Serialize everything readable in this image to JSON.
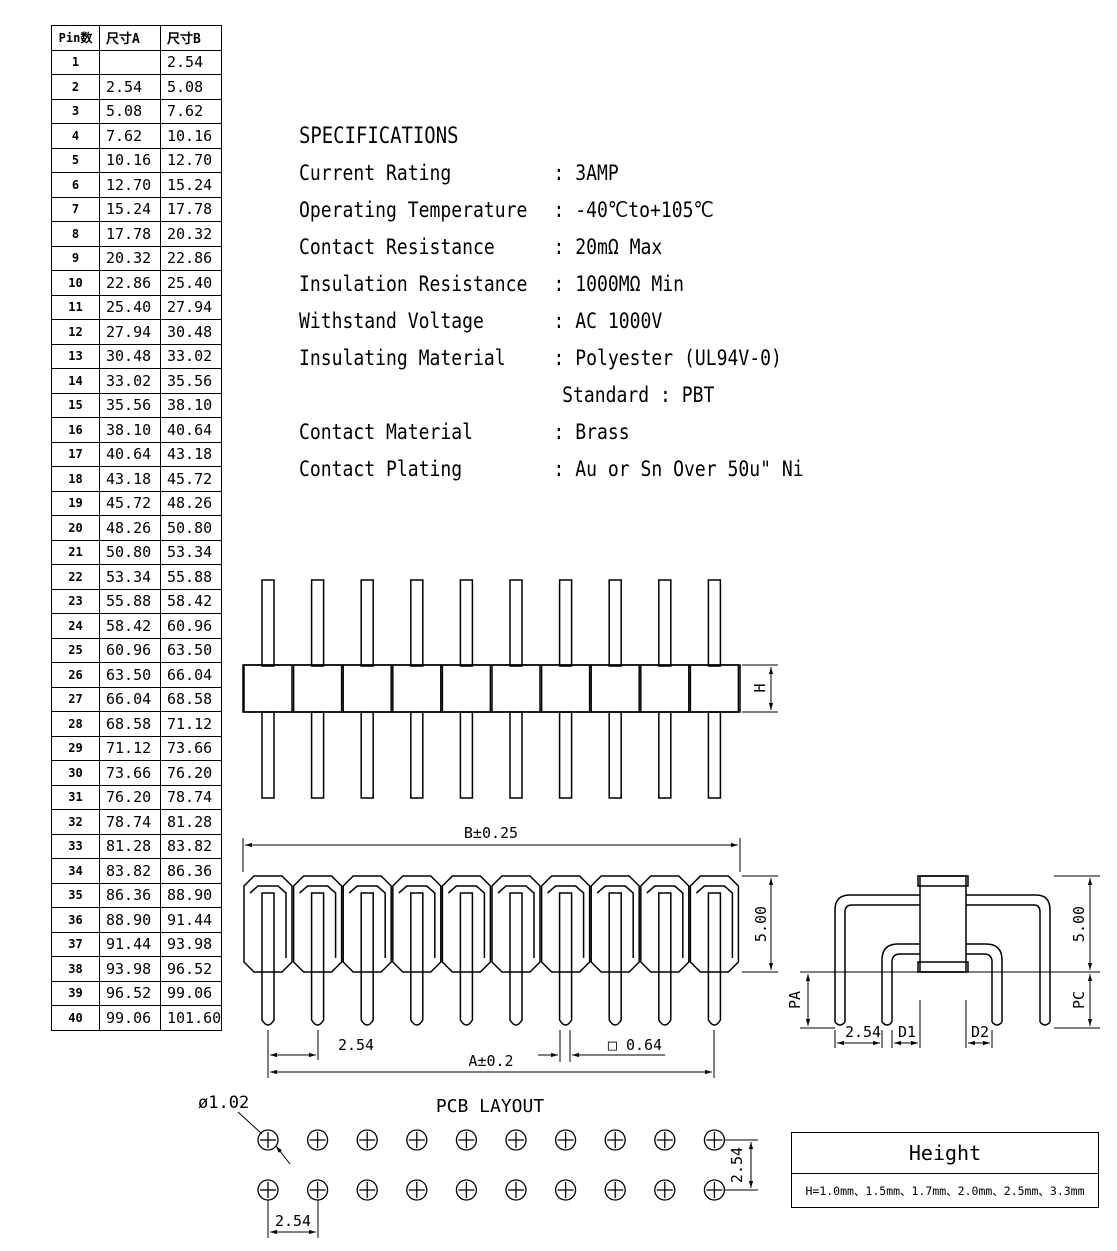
{
  "table": {
    "headers": [
      "Pin数",
      "尺寸A",
      "尺寸B"
    ],
    "rows": [
      [
        "1",
        "",
        "2.54"
      ],
      [
        "2",
        "2.54",
        "5.08"
      ],
      [
        "3",
        "5.08",
        "7.62"
      ],
      [
        "4",
        "7.62",
        "10.16"
      ],
      [
        "5",
        "10.16",
        "12.70"
      ],
      [
        "6",
        "12.70",
        "15.24"
      ],
      [
        "7",
        "15.24",
        "17.78"
      ],
      [
        "8",
        "17.78",
        "20.32"
      ],
      [
        "9",
        "20.32",
        "22.86"
      ],
      [
        "10",
        "22.86",
        "25.40"
      ],
      [
        "11",
        "25.40",
        "27.94"
      ],
      [
        "12",
        "27.94",
        "30.48"
      ],
      [
        "13",
        "30.48",
        "33.02"
      ],
      [
        "14",
        "33.02",
        "35.56"
      ],
      [
        "15",
        "35.56",
        "38.10"
      ],
      [
        "16",
        "38.10",
        "40.64"
      ],
      [
        "17",
        "40.64",
        "43.18"
      ],
      [
        "18",
        "43.18",
        "45.72"
      ],
      [
        "19",
        "45.72",
        "48.26"
      ],
      [
        "20",
        "48.26",
        "50.80"
      ],
      [
        "21",
        "50.80",
        "53.34"
      ],
      [
        "22",
        "53.34",
        "55.88"
      ],
      [
        "23",
        "55.88",
        "58.42"
      ],
      [
        "24",
        "58.42",
        "60.96"
      ],
      [
        "25",
        "60.96",
        "63.50"
      ],
      [
        "26",
        "63.50",
        "66.04"
      ],
      [
        "27",
        "66.04",
        "68.58"
      ],
      [
        "28",
        "68.58",
        "71.12"
      ],
      [
        "29",
        "71.12",
        "73.66"
      ],
      [
        "30",
        "73.66",
        "76.20"
      ],
      [
        "31",
        "76.20",
        "78.74"
      ],
      [
        "32",
        "78.74",
        "81.28"
      ],
      [
        "33",
        "81.28",
        "83.82"
      ],
      [
        "34",
        "83.82",
        "86.36"
      ],
      [
        "35",
        "86.36",
        "88.90"
      ],
      [
        "36",
        "88.90",
        "91.44"
      ],
      [
        "37",
        "91.44",
        "93.98"
      ],
      [
        "38",
        "93.98",
        "96.52"
      ],
      [
        "39",
        "96.52",
        "99.06"
      ],
      [
        "40",
        "99.06",
        "101.60"
      ]
    ]
  },
  "specs": {
    "title": "SPECIFICATIONS",
    "rows": [
      {
        "label": "Current Rating",
        "value": ": 3AMP"
      },
      {
        "label": "Operating Temperature",
        "value": ": -40℃to+105℃"
      },
      {
        "label": "Contact Resistance",
        "value": ": 20mΩ Max"
      },
      {
        "label": "Insulation Resistance",
        "value": ": 1000MΩ Min"
      },
      {
        "label": "Withstand Voltage",
        "value": ": AC 1000V"
      },
      {
        "label": "Insulating Material",
        "value": ": Polyester (UL94V-0)"
      }
    ],
    "extra": "Standard : PBT",
    "rows2": [
      {
        "label": "Contact Material",
        "value": ": Brass"
      },
      {
        "label": "Contact Plating",
        "value": ": Au or Sn Over 50u\" Ni"
      }
    ]
  },
  "labels": {
    "h": "H",
    "b_tol": "B±0.25",
    "five": "5.00",
    "pitch": "2.54",
    "a_tol": "A±0.2",
    "pin_size": "□ 0.64",
    "pa": "PA",
    "pc": "PC",
    "d1": "D1",
    "d2": "D2",
    "side_pitch": "2.54",
    "side_five": "5.00",
    "pcb_title": "PCB LAYOUT",
    "hole": "ø1.02",
    "pcb_pitch_v": "2.54",
    "pcb_pitch_h": "2.54"
  },
  "height_box": {
    "title": "Height",
    "values": "H=1.0mm、1.5mm、1.7mm、2.0mm、2.5mm、3.3mm"
  }
}
